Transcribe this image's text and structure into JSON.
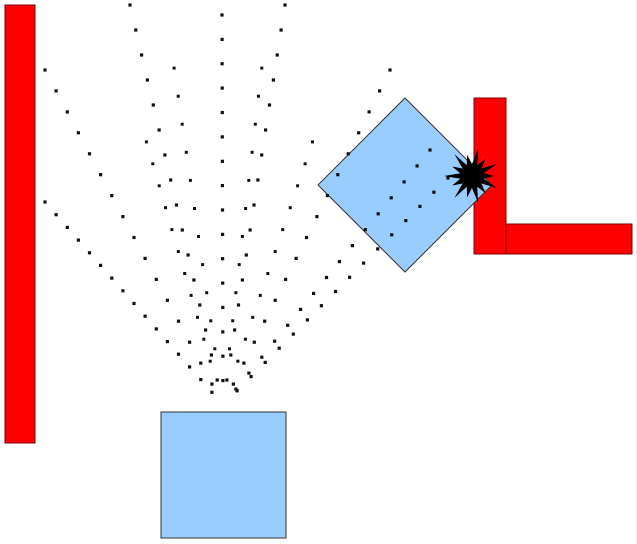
{
  "colors": {
    "wall": "#ff0000",
    "wall_edge": "#7a0000",
    "block": "#99ccff",
    "block_edge": "#333333",
    "pellet": "#111111",
    "impact": "#000000",
    "background": "#ffffff"
  },
  "scene": {
    "description_free": true,
    "objects": [
      {
        "name": "left-wall",
        "kind": "wall"
      },
      {
        "name": "l-shaped-wall",
        "kind": "wall"
      },
      {
        "name": "source-block",
        "kind": "block"
      },
      {
        "name": "target-block",
        "kind": "block-rotated"
      },
      {
        "name": "impact-burst",
        "kind": "impact"
      }
    ],
    "spread": {
      "ray_count": 10,
      "pellets_per_ray": 16
    }
  }
}
